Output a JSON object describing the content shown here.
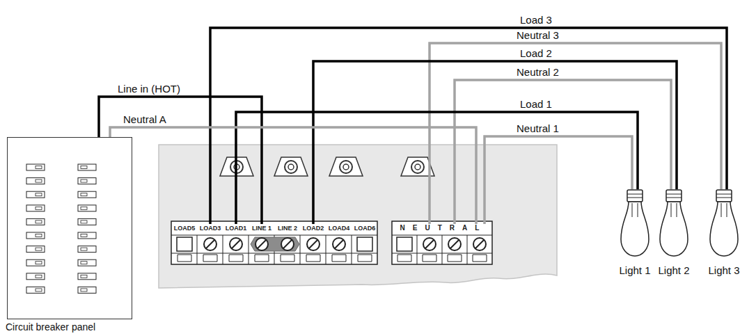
{
  "diagram": {
    "nodes": [
      {
        "text": [
          "Circuit breaker panel"
        ]
      },
      {
        "text": [
          "LOAD5"
        ]
      },
      {
        "text": [
          "LOAD3"
        ]
      },
      {
        "text": [
          "LOAD1"
        ]
      },
      {
        "text": [
          "LINE 1"
        ]
      },
      {
        "text": [
          "LINE 2"
        ]
      },
      {
        "text": [
          "LOAD2"
        ]
      },
      {
        "text": [
          "LOAD4"
        ]
      },
      {
        "text": [
          "LOAD6"
        ]
      },
      {
        "text": [
          "NEUTRAL"
        ]
      },
      {
        "text": [
          "Light 1"
        ]
      },
      {
        "text": [
          "Light 2"
        ]
      },
      {
        "text": [
          "Light 3"
        ]
      }
    ],
    "edges": [
      {
        "from": 2,
        "to": 12,
        "arrow": "none",
        "label": "Load 3"
      },
      {
        "from": 9,
        "to": 12,
        "arrow": "none",
        "label": "Neutral 3"
      },
      {
        "from": 6,
        "to": 11,
        "arrow": "none",
        "label": "Load 2"
      },
      {
        "from": 9,
        "to": 11,
        "arrow": "none",
        "label": "Neutral 2"
      },
      {
        "from": 0,
        "to": 4,
        "arrow": "none",
        "label": "Line in (HOT)"
      },
      {
        "from": 3,
        "to": 10,
        "arrow": "none",
        "label": "Load 1"
      },
      {
        "from": 0,
        "to": 9,
        "arrow": "none",
        "label": "Neutral A"
      },
      {
        "from": 9,
        "to": 10,
        "arrow": "none",
        "label": "Neutral 1"
      }
    ]
  }
}
